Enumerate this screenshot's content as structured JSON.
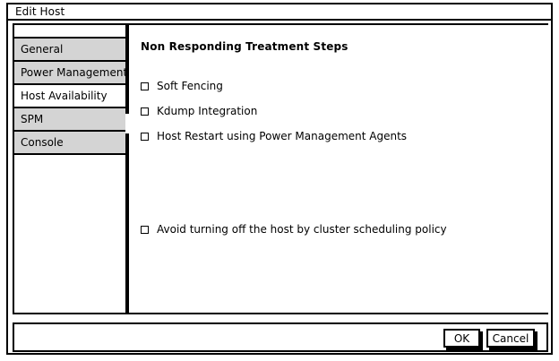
{
  "dialog": {
    "title": "Edit Host"
  },
  "tabs": {
    "items": [
      {
        "name": "blank-spacer",
        "label": "",
        "selected": false,
        "blank": true
      },
      {
        "name": "general",
        "label": "General",
        "selected": false
      },
      {
        "name": "power-management",
        "label": "Power Management",
        "selected": false
      },
      {
        "name": "host-availability",
        "label": "Host Availability",
        "selected": true
      },
      {
        "name": "spm",
        "label": "SPM",
        "selected": false
      },
      {
        "name": "console",
        "label": "Console",
        "selected": false
      }
    ]
  },
  "content": {
    "heading": "Non Responding Treatment Steps",
    "checkboxes": [
      {
        "name": "soft-fencing",
        "label": "Soft Fencing",
        "checked": false
      },
      {
        "name": "kdump-integration",
        "label": "Kdump Integration",
        "checked": false
      },
      {
        "name": "host-restart-power-management-agents",
        "label": "Host Restart using Power Management Agents",
        "checked": false
      },
      {
        "name": "avoid-turning-off-host",
        "label": "Avoid turning off the host by cluster scheduling policy",
        "checked": false
      }
    ]
  },
  "footer": {
    "ok_label": "OK",
    "cancel_label": "Cancel"
  },
  "colors": {
    "tab_unselected_bg": "#d4d4d4",
    "tab_selected_bg": "#ffffff",
    "border": "#000000",
    "panel_bg": "#ffffff"
  }
}
